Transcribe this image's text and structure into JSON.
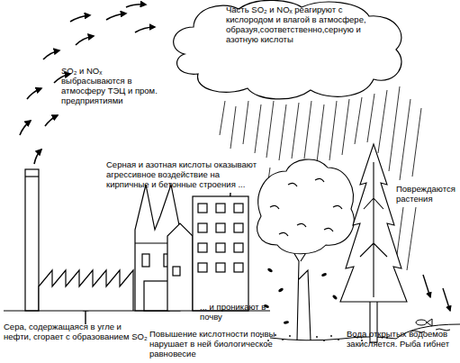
{
  "diagram": {
    "nodes": [
      {
        "text": [
          "Часть SO₂ и NOₓ реагируют с кислородом и влагой в атмосфере, образуя,соответственно,серную и азотную кислоты"
        ]
      }
    ],
    "labels": [
      "SO₂ и NOₓ выбрасываются в атмосферу ТЭЦ и пром. предприятиями",
      "Серная и азотная кислоты оказывают агрессивное воздействие на кирпичные и бетонные строения ...",
      "Повреждаются растения",
      "... и проникают в почву",
      "Сера, содержащаяся в угле и нефти, сгорает с образованием SO₂",
      "Повышение кислотности почвы нарушает в ней биологическое равновесие",
      "Вода открытых водоемов закисляется. Рыба гибнет"
    ]
  }
}
